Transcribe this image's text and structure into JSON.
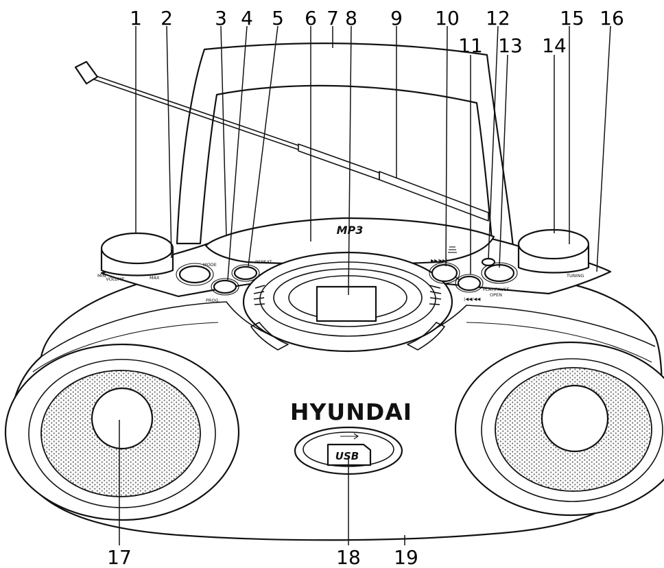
{
  "diagram": {
    "brand": "HYUNDAI",
    "lid_logo": "MP3",
    "usb_label": "USB",
    "panel_labels": {
      "volume": "VOLUME",
      "min": "MIN",
      "max": "MAX",
      "tuning": "TUNING",
      "mode": "MODE",
      "prog": "PROG.",
      "repeat": "REPEAT",
      "play_pause": "PLAY/PAUSE",
      "open_close": "OPEN",
      "next": "▶▶/▶▶|",
      "prev": "|◀◀/◀◀"
    },
    "callouts": [
      "1",
      "2",
      "3",
      "4",
      "5",
      "6",
      "7",
      "8",
      "9",
      "10",
      "11",
      "12",
      "13",
      "14",
      "15",
      "16",
      "17",
      "18",
      "19"
    ]
  }
}
